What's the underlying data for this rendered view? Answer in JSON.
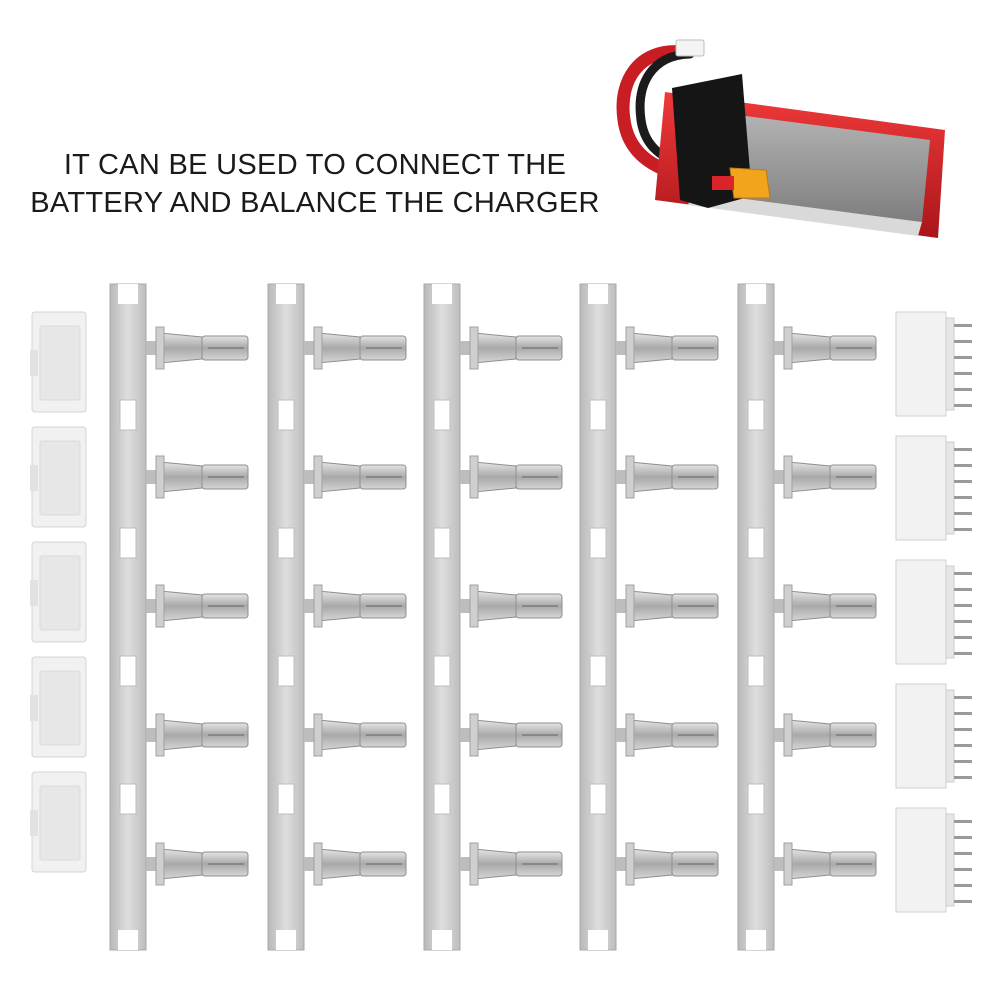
{
  "caption": {
    "line1": "IT CAN BE USED TO CONNECT THE",
    "line2": "BATTERY AND BALANCE THE CHARGER"
  },
  "product": {
    "housing_count": 5,
    "terminal_strip_count": 5,
    "terminals_per_strip": 5,
    "pin_header_count": 5,
    "pins_per_header": 6
  },
  "colors": {
    "battery_red": "#d8242a",
    "battery_label": "#8e8e8e",
    "strap": "#151515",
    "xt_connector": "#f2a51c",
    "metal": "#c9c9c9",
    "housing": "#f1f1f1"
  }
}
